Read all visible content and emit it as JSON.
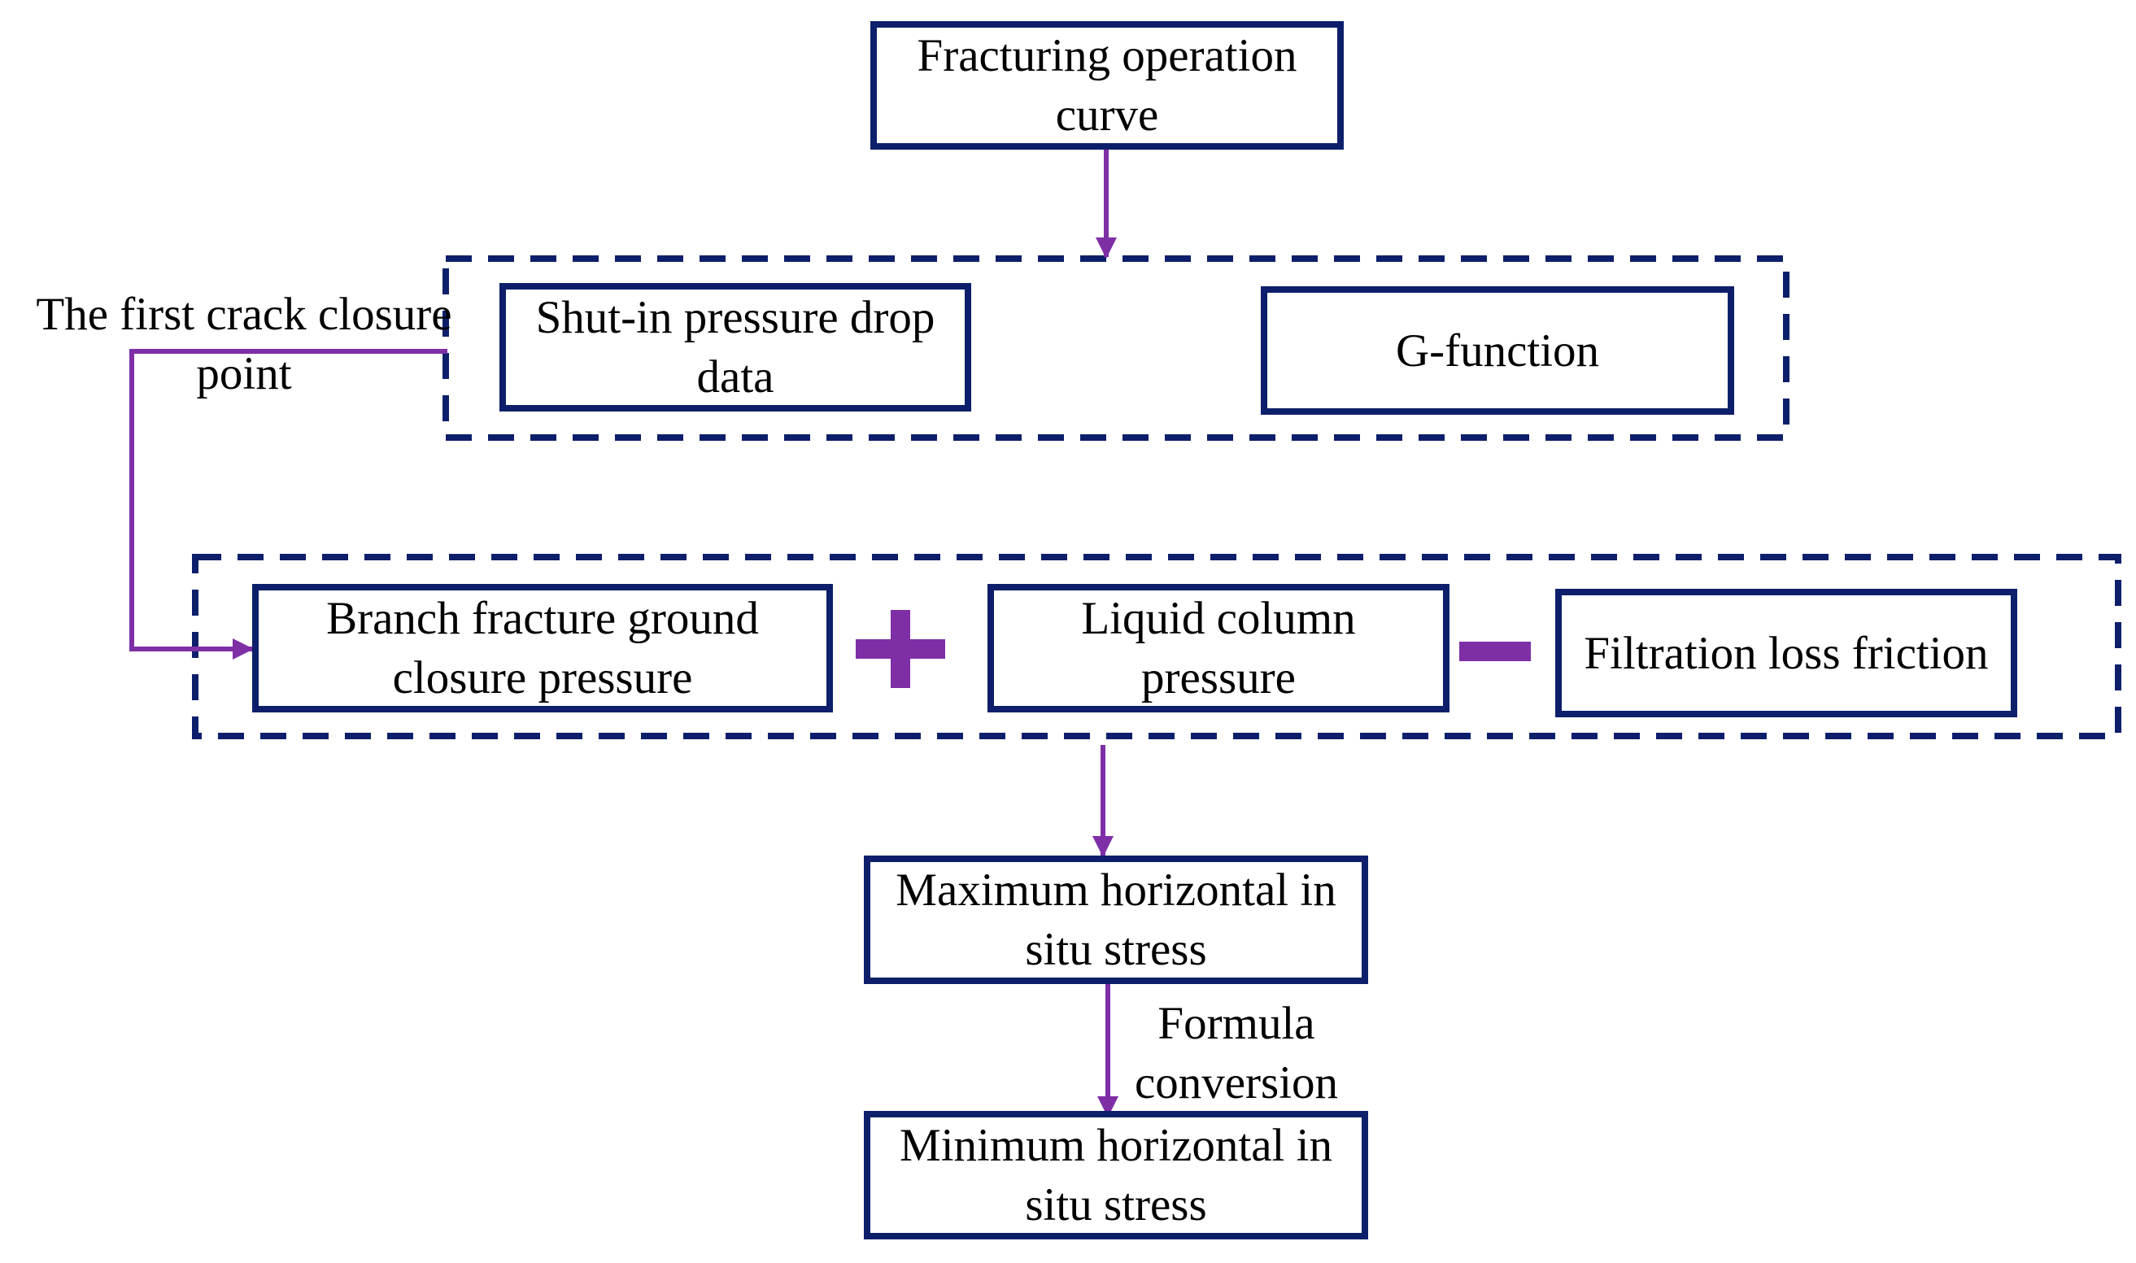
{
  "nodes": {
    "fracturing_curve": "Fracturing operation curve",
    "shut_in_data": "Shut-in pressure drop data",
    "g_function": "G-function",
    "branch_closure": "Branch fracture ground closure pressure",
    "liquid_column": "Liquid column pressure",
    "filtration_friction": "Filtration loss friction",
    "max_stress": "Maximum horizontal in situ stress",
    "min_stress": "Minimum horizontal in situ stress"
  },
  "labels": {
    "closure_point": "The first crack closure point",
    "formula_conversion": "Formula conversion"
  },
  "operators": {
    "plus": "plus",
    "minus": "minus"
  },
  "colors": {
    "box_border": "#0d1f6b",
    "arrow": "#7e2fa6",
    "text": "#000000"
  }
}
